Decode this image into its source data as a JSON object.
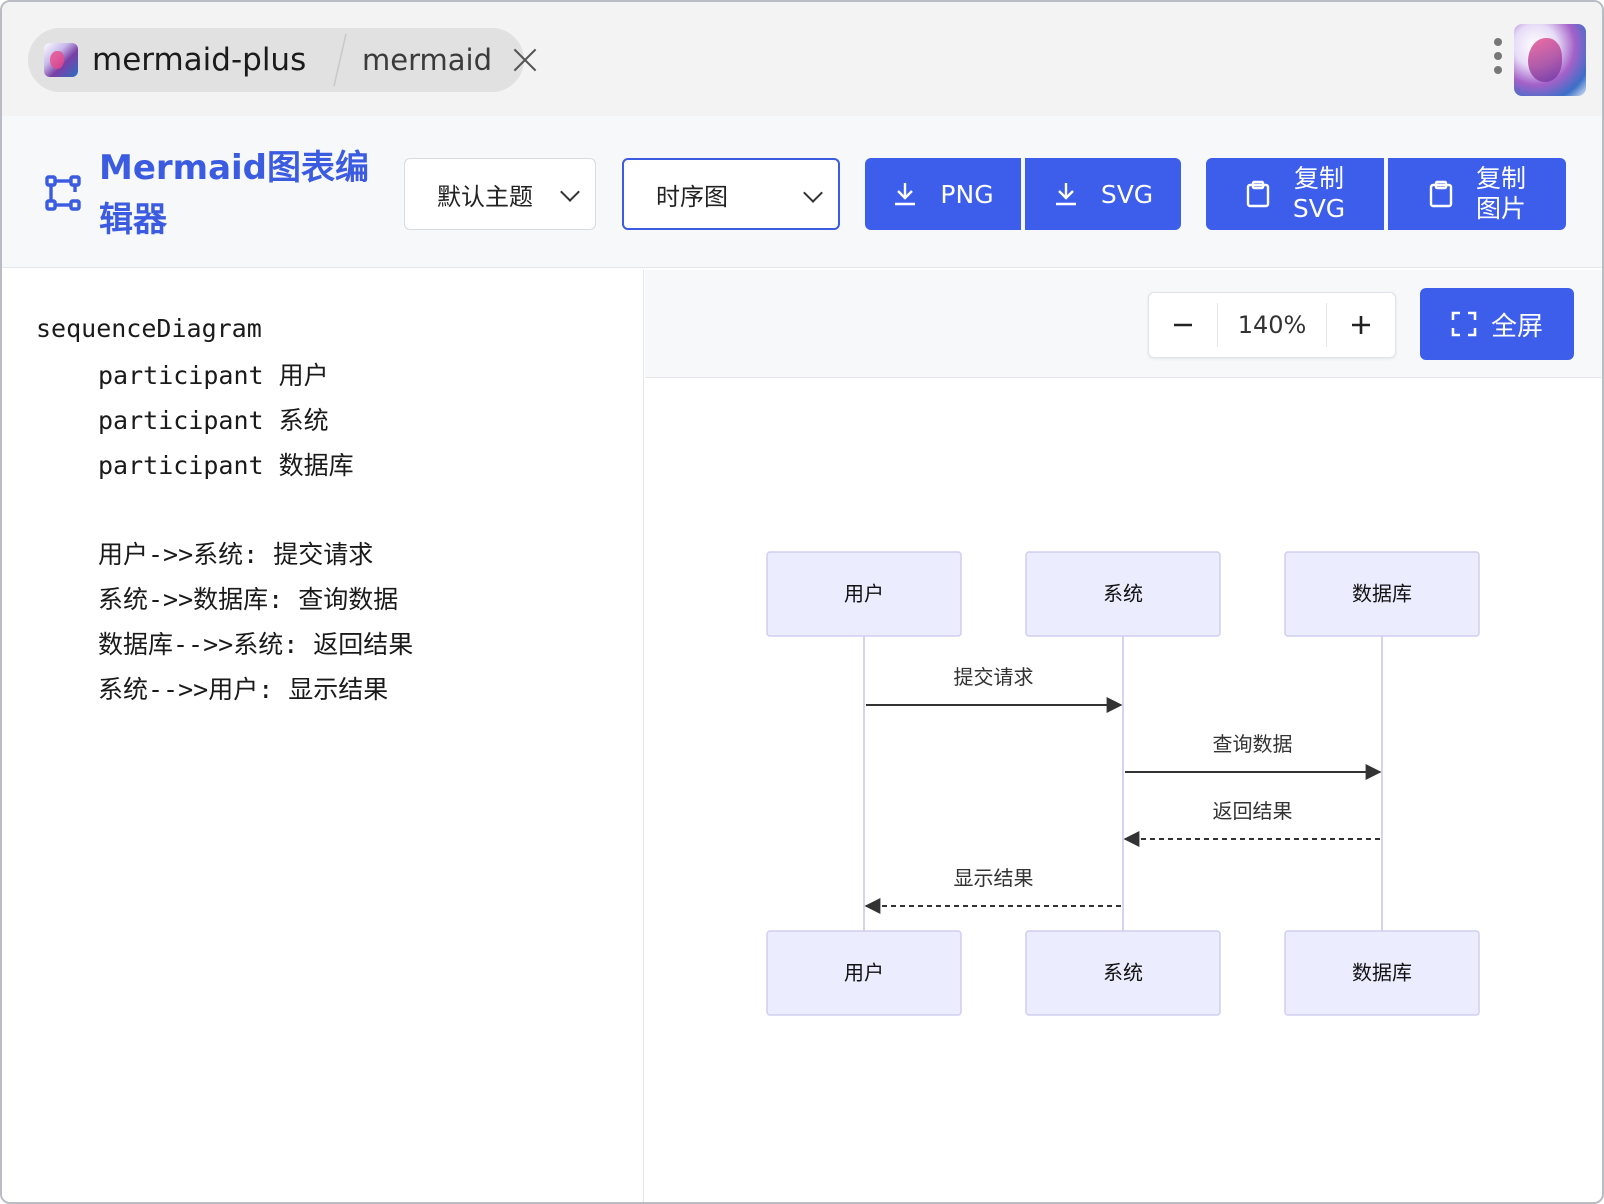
{
  "browser": {
    "tabs": [
      {
        "label": "mermaid-plus",
        "active": true
      },
      {
        "label": "mermaid",
        "active": false
      }
    ]
  },
  "toolbar": {
    "brand_title": "Mermaid图表编辑器",
    "theme_select": "默认主题",
    "type_select": "时序图",
    "buttons": {
      "png": "PNG",
      "svg": "SVG",
      "copy_svg_line1": "复制",
      "copy_svg_line2": "SVG",
      "copy_img_line1": "复制",
      "copy_img_line2": "图片"
    },
    "accent_color": "#3d5eea"
  },
  "editor": {
    "lines": [
      "sequenceDiagram",
      "participant 用户",
      "participant 系统",
      "participant 数据库",
      "",
      "用户->>系统: 提交请求",
      "系统->>数据库: 查询数据",
      "数据库-->>系统: 返回结果",
      "系统-->>用户: 显示结果"
    ]
  },
  "preview": {
    "zoom": "140%",
    "zoom_out": "−",
    "zoom_in": "+",
    "fullscreen": "全屏"
  },
  "diagram": {
    "participants": [
      "用户",
      "系统",
      "数据库"
    ],
    "messages": [
      {
        "from": 0,
        "to": 1,
        "text": "提交请求",
        "style": "solid"
      },
      {
        "from": 1,
        "to": 2,
        "text": "查询数据",
        "style": "solid"
      },
      {
        "from": 2,
        "to": 1,
        "text": "返回结果",
        "style": "dashed"
      },
      {
        "from": 1,
        "to": 0,
        "text": "显示结果",
        "style": "dashed"
      }
    ]
  }
}
